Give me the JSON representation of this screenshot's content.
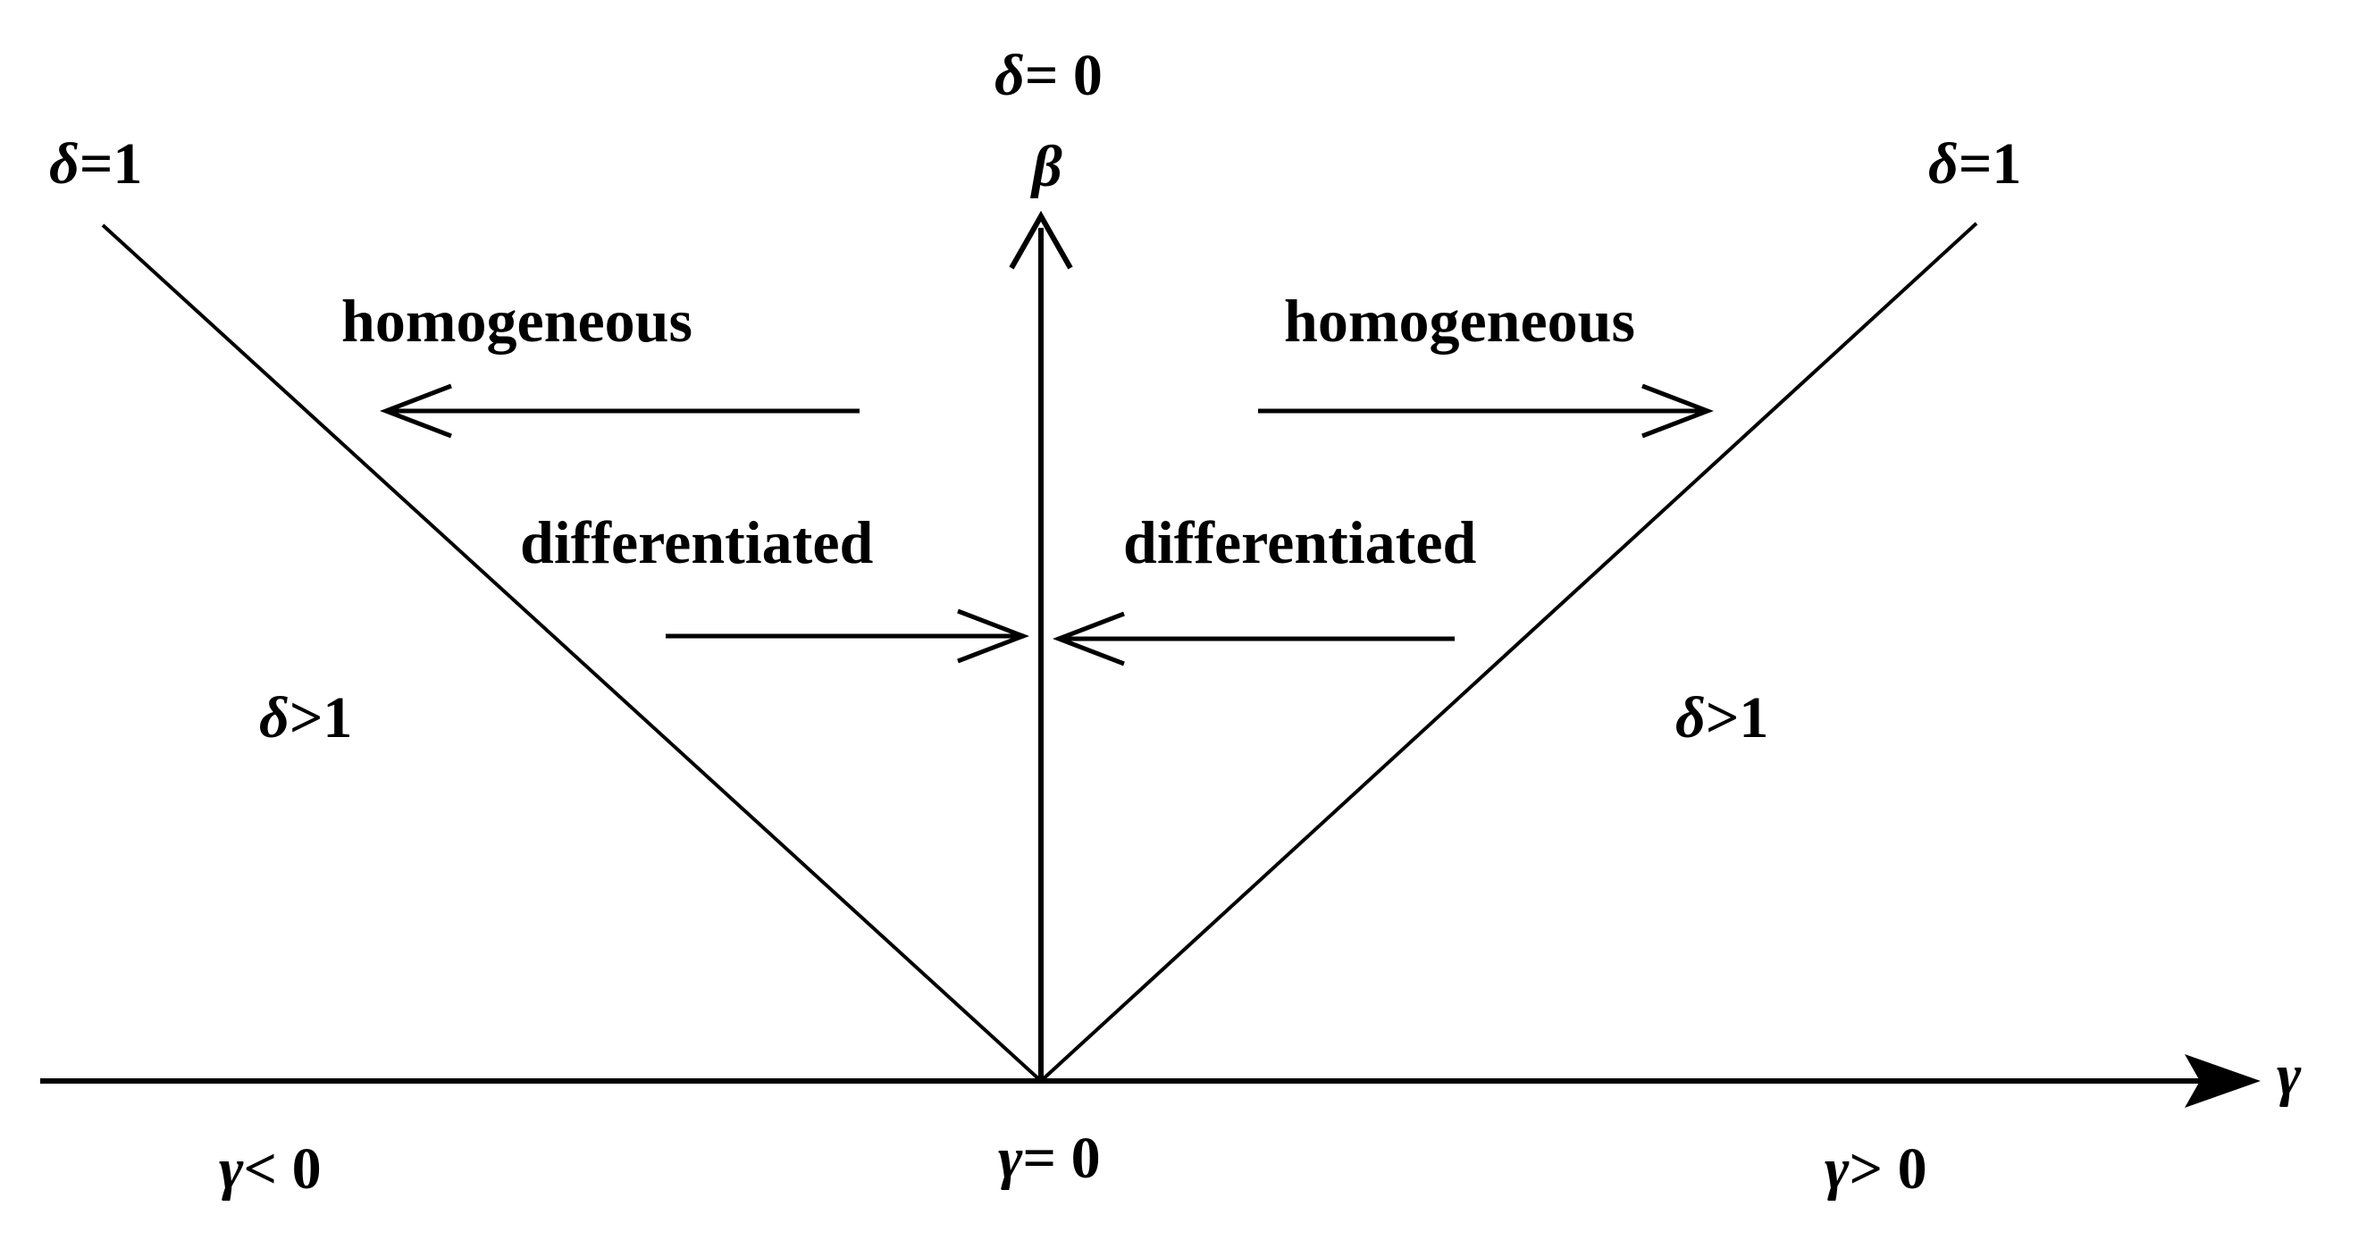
{
  "labels": {
    "delta_zero": {
      "symbol": "δ",
      "text": "= 0"
    },
    "beta_axis": {
      "symbol": "β"
    },
    "delta_one_left": {
      "symbol": "δ",
      "text": "=1"
    },
    "delta_one_right": {
      "symbol": "δ",
      "text": "=1"
    },
    "homogeneous_left": "homogeneous",
    "homogeneous_right": "homogeneous",
    "differentiated_left": "differentiated",
    "differentiated_right": "differentiated",
    "delta_gt1_left": {
      "symbol": "δ",
      "text": ">1"
    },
    "delta_gt1_right": {
      "symbol": "δ",
      "text": ">1"
    },
    "gamma_axis": {
      "symbol": "γ"
    },
    "gamma_neg": {
      "symbol": "γ",
      "text": "< 0"
    },
    "gamma_zero": {
      "symbol": "γ",
      "text": "= 0"
    },
    "gamma_pos": {
      "symbol": "γ",
      "text": "> 0"
    }
  },
  "colors": {
    "ink": "#000000",
    "background": "#ffffff"
  }
}
